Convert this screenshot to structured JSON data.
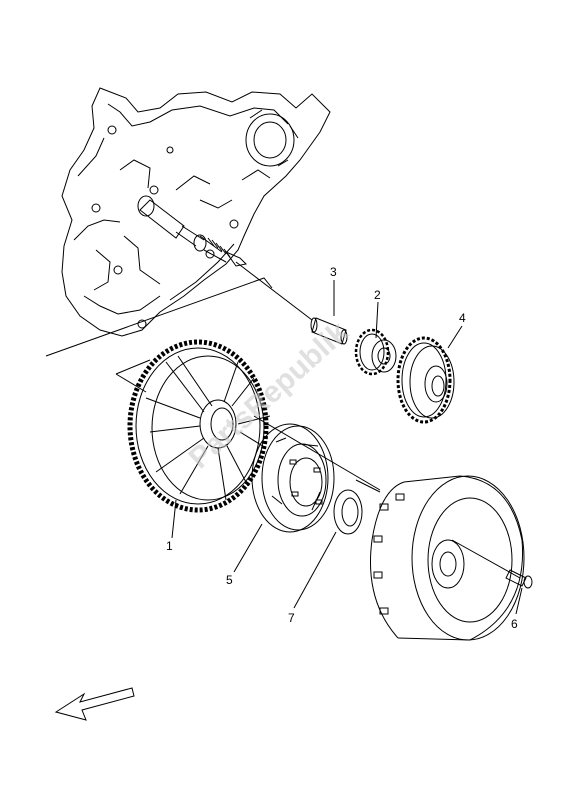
{
  "watermark": "PartsRepublik",
  "callouts": [
    {
      "id": "1",
      "label": "1"
    },
    {
      "id": "2",
      "label": "2"
    },
    {
      "id": "3",
      "label": "3"
    },
    {
      "id": "4",
      "label": "4"
    },
    {
      "id": "5",
      "label": "5"
    },
    {
      "id": "6",
      "label": "6"
    },
    {
      "id": "7",
      "label": "7"
    }
  ],
  "direction_icon": "front-arrow-icon"
}
